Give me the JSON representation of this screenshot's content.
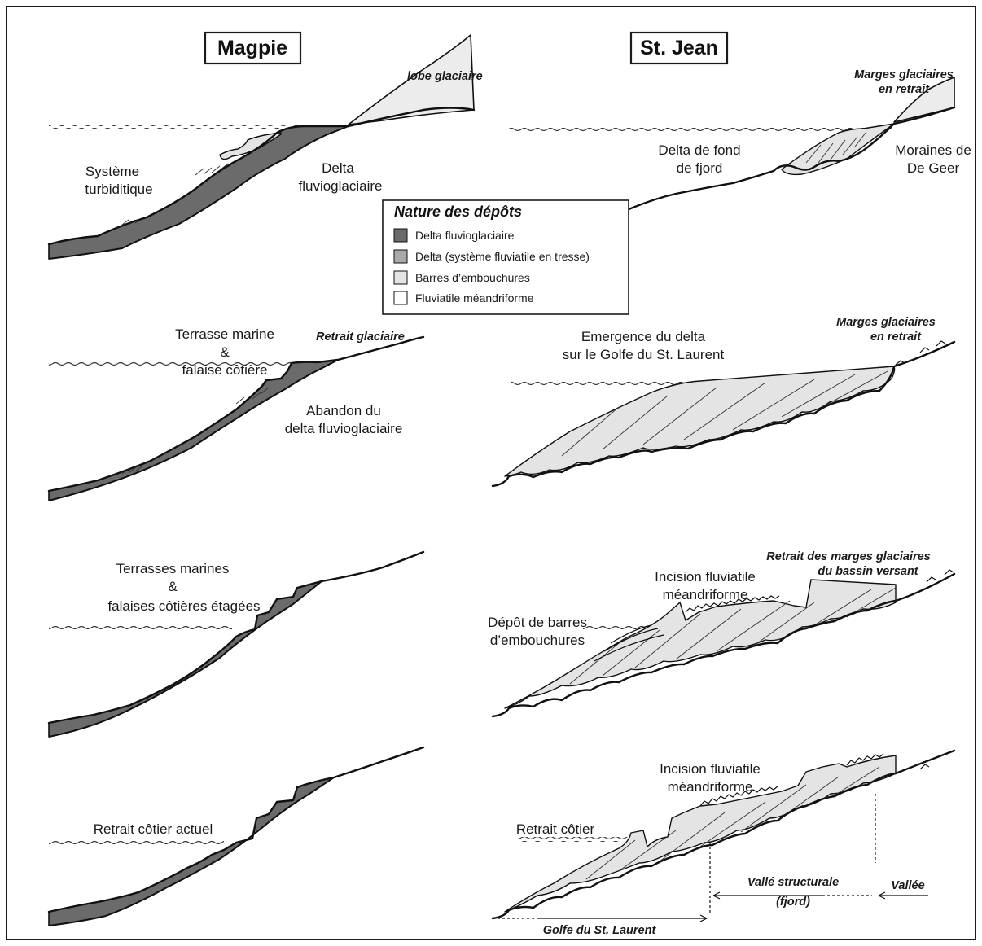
{
  "titles": {
    "left": "Magpie",
    "right": "St. Jean"
  },
  "legend": {
    "title": "Nature des dépôts",
    "items": [
      {
        "label": "Delta fluvioglaciaire",
        "color": "#6b6b6b"
      },
      {
        "label": "Delta (système fluviatile en tresse)",
        "color": "#a9a9a9"
      },
      {
        "label": "Barres d’embouchures",
        "color": "#e4e4e4"
      },
      {
        "label": "Fluviatile méandriforme",
        "color": "#ffffff"
      }
    ]
  },
  "magpie": {
    "p1": {
      "ice": "lobe glaciaire",
      "left_1": "Système",
      "left_2": "turbiditique",
      "right_1": "Delta",
      "right_2": "fluvioglaciaire"
    },
    "p2": {
      "retreat": "Retrait glaciaire",
      "top_1": "Terrasse marine",
      "top_2": "&",
      "top_3": "falaise côtière",
      "right_1": "Abandon du",
      "right_2": "delta fluvioglaciaire"
    },
    "p3": {
      "top_1": "Terrasses marines",
      "top_2": "&",
      "top_3": "falaises côtières étagées"
    },
    "p4": {
      "label": "Retrait côtier actuel"
    }
  },
  "stjean": {
    "p1": {
      "ice_1": "Marges glaciaires",
      "ice_2": "en retrait",
      "left_1": "Delta de fond",
      "left_2": "de fjord",
      "right_1": "Moraines de",
      "right_2": "De Geer"
    },
    "p2": {
      "ice_1": "Marges glaciaires",
      "ice_2": "en retrait",
      "top_1": "Emergence du delta",
      "top_2": "sur le Golfe du St. Laurent"
    },
    "p3": {
      "ice_1": "Retrait des marges glaciaires",
      "ice_2": "du bassin versant",
      "mid_1": "Incision fluviatile",
      "mid_2": "méandriforme",
      "left_1": "Dépôt de barres",
      "left_2": "d’embouchures"
    },
    "p4": {
      "mid_1": "Incision fluviatile",
      "mid_2": "méandriforme",
      "left": "Retrait côtier",
      "valley_struct_1": "Vallé structurale",
      "valley_struct_2": "(fjord)",
      "valley": "Vallée",
      "gulf": "Golfe du St. Laurent"
    }
  }
}
